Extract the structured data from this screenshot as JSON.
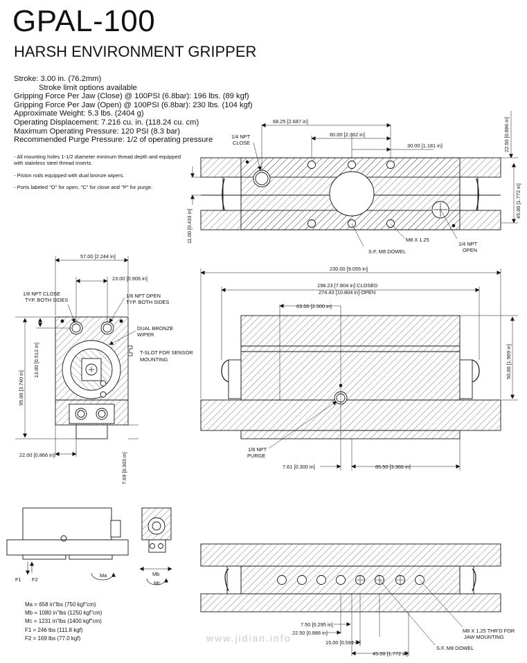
{
  "header": {
    "title": "GPAL-100",
    "subtitle": "HARSH ENVIRONMENT GRIPPER"
  },
  "specs": [
    "Stroke: 3.00 in. (76.2mm)",
    "            Stroke limit options available",
    "Gripping Force Per Jaw (Close) @ 100PSI (6.8bar): 196 lbs. (89 kgf)",
    "Gripping Force Per Jaw (Open) @ 100PSI (6.8bar): 230 lbs. (104 kgf)",
    "Approximate Weight: 5.3 lbs. (2404 g)",
    "Operating Displacement: 7.216 cu. in. (118.24 cu. cm)",
    "Maximum Operating Pressure: 120 PSI (8.3 bar)",
    "Recommended Purge Pressure: 1/2 of operating pressure"
  ],
  "notes": [
    "- All mounting holes 1-1/2 diameter mininum thread depth and equipped with stainless steel thread inserts.",
    "- Piston rods equipped with dual bronze wipers.",
    "- Ports labeled \"O\" for open, \"C\" for close and \"P\" for purge."
  ],
  "moments": [
    "Ma = 658 in\"lbs (750 kgf\"cm)",
    "Mb = 1080 in\"lbs (1250 kgf\"cm)",
    "Mc = 1231 in\"lbs (1400 kgf\"cm)",
    "F1 =  246 lbs (111.8 kgf)",
    "F2 = 169 lbs (77.0 kgf)"
  ],
  "top_view": {
    "dim_68": "68.25 [2.687 in]",
    "dim_60": "60.00 [2.362 in]",
    "dim_30": "30.00 [1.181 in]",
    "dim_22": "22.50 [0.886 in]",
    "dim_45": "45.00 [1.772 in]",
    "dim_11": "11.00 [0.433 in]",
    "npt_close_1": "1/4 NPT",
    "npt_close_2": "CLOSE",
    "npt_open_1": "1/4 NPT",
    "npt_open_2": "OPEN",
    "m8": "M8 X 1.25",
    "dowel": "S.F. M8 DOWEL"
  },
  "end_view": {
    "dim_57": "57.00 [2.244 in]",
    "dim_23": "23.00 [0.906 in]",
    "npt_close_1": "1/8 NPT CLOSE",
    "npt_close_2": "TYP. BOTH SIDES",
    "npt_open_1": "1/8 NPT OPEN",
    "npt_open_2": "TYP. BOTH SIDES",
    "wiper_1": "DUAL BRONZE",
    "wiper_2": "WIPER",
    "tslot_1": "T-SLOT FOR SENSOR",
    "tslot_2": "MOUNTING",
    "dim_13": "13.00 [0.512 in]",
    "dim_95": "95.00 [3.740 in]",
    "dim_22": "22.00 [0.866 in]",
    "dim_769": "7.69 [0.303 in]"
  },
  "side_view": {
    "dim_230": "230.00 [9.055 in]",
    "dim_198": "198.23 [7.804 in] CLOSED",
    "dim_274": "274.43 [10.804 in] OPEN",
    "dim_635": "63.50 [2.500 in]",
    "dim_50": "50.00 [1.969 in]",
    "purge_1": "1/8 NPT",
    "purge_2": "PURGE",
    "dim_761": "7.61 [0.300 in]",
    "dim_855": "85.50 [3.366 in]"
  },
  "bottom_view": {
    "dim_75": "7.50 [0.295 in]",
    "dim_225": "22.50 [0.886 in]",
    "dim_15": "15.00 [0.591 in]",
    "dim_45": "45.00 [1.772 in]",
    "m8_1": "M8 X 1.25 THR'D FOR",
    "m8_2": "JAW MOUNTING",
    "dowel": "S.F. M8 DOWEL"
  },
  "load_diagram": {
    "f1": "F1",
    "f2": "F2",
    "ma": "Ma",
    "mb": "Mb",
    "mc": "Mc"
  },
  "watermark": "www.jidian.info"
}
